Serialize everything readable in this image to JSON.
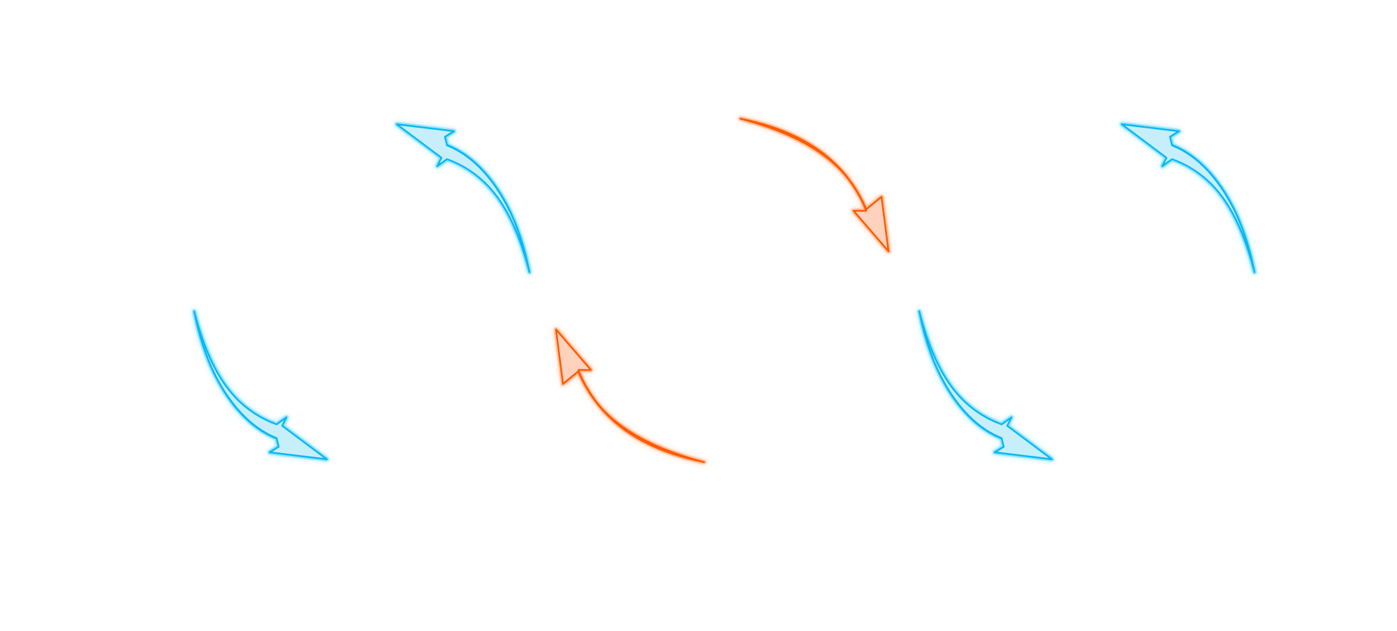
{
  "diagram": {
    "kind": "decorative-curved-arrows",
    "background": "#ffffff",
    "palette": {
      "blue": {
        "stroke": "#08b8f2",
        "fill": "#c6eefb",
        "glow": "#33ccff"
      },
      "orange": {
        "stroke": "#ff5a00",
        "fill": "#ffd2bd",
        "glow": "#ff8a40"
      }
    },
    "arrows": [
      {
        "id": "blue-left-upper",
        "color": "blue",
        "direction": "up-left",
        "icon": "curved-arrow-icon"
      },
      {
        "id": "blue-left-lower",
        "color": "blue",
        "direction": "down-right",
        "icon": "curved-arrow-icon"
      },
      {
        "id": "orange-center-upper",
        "color": "orange",
        "direction": "down-right",
        "icon": "curved-arrow-icon"
      },
      {
        "id": "orange-center-lower",
        "color": "orange",
        "direction": "up-left",
        "icon": "curved-arrow-icon"
      },
      {
        "id": "blue-right-upper",
        "color": "blue",
        "direction": "up-left",
        "icon": "curved-arrow-icon"
      },
      {
        "id": "blue-right-lower",
        "color": "blue",
        "direction": "down-right",
        "icon": "curved-arrow-icon"
      }
    ]
  }
}
